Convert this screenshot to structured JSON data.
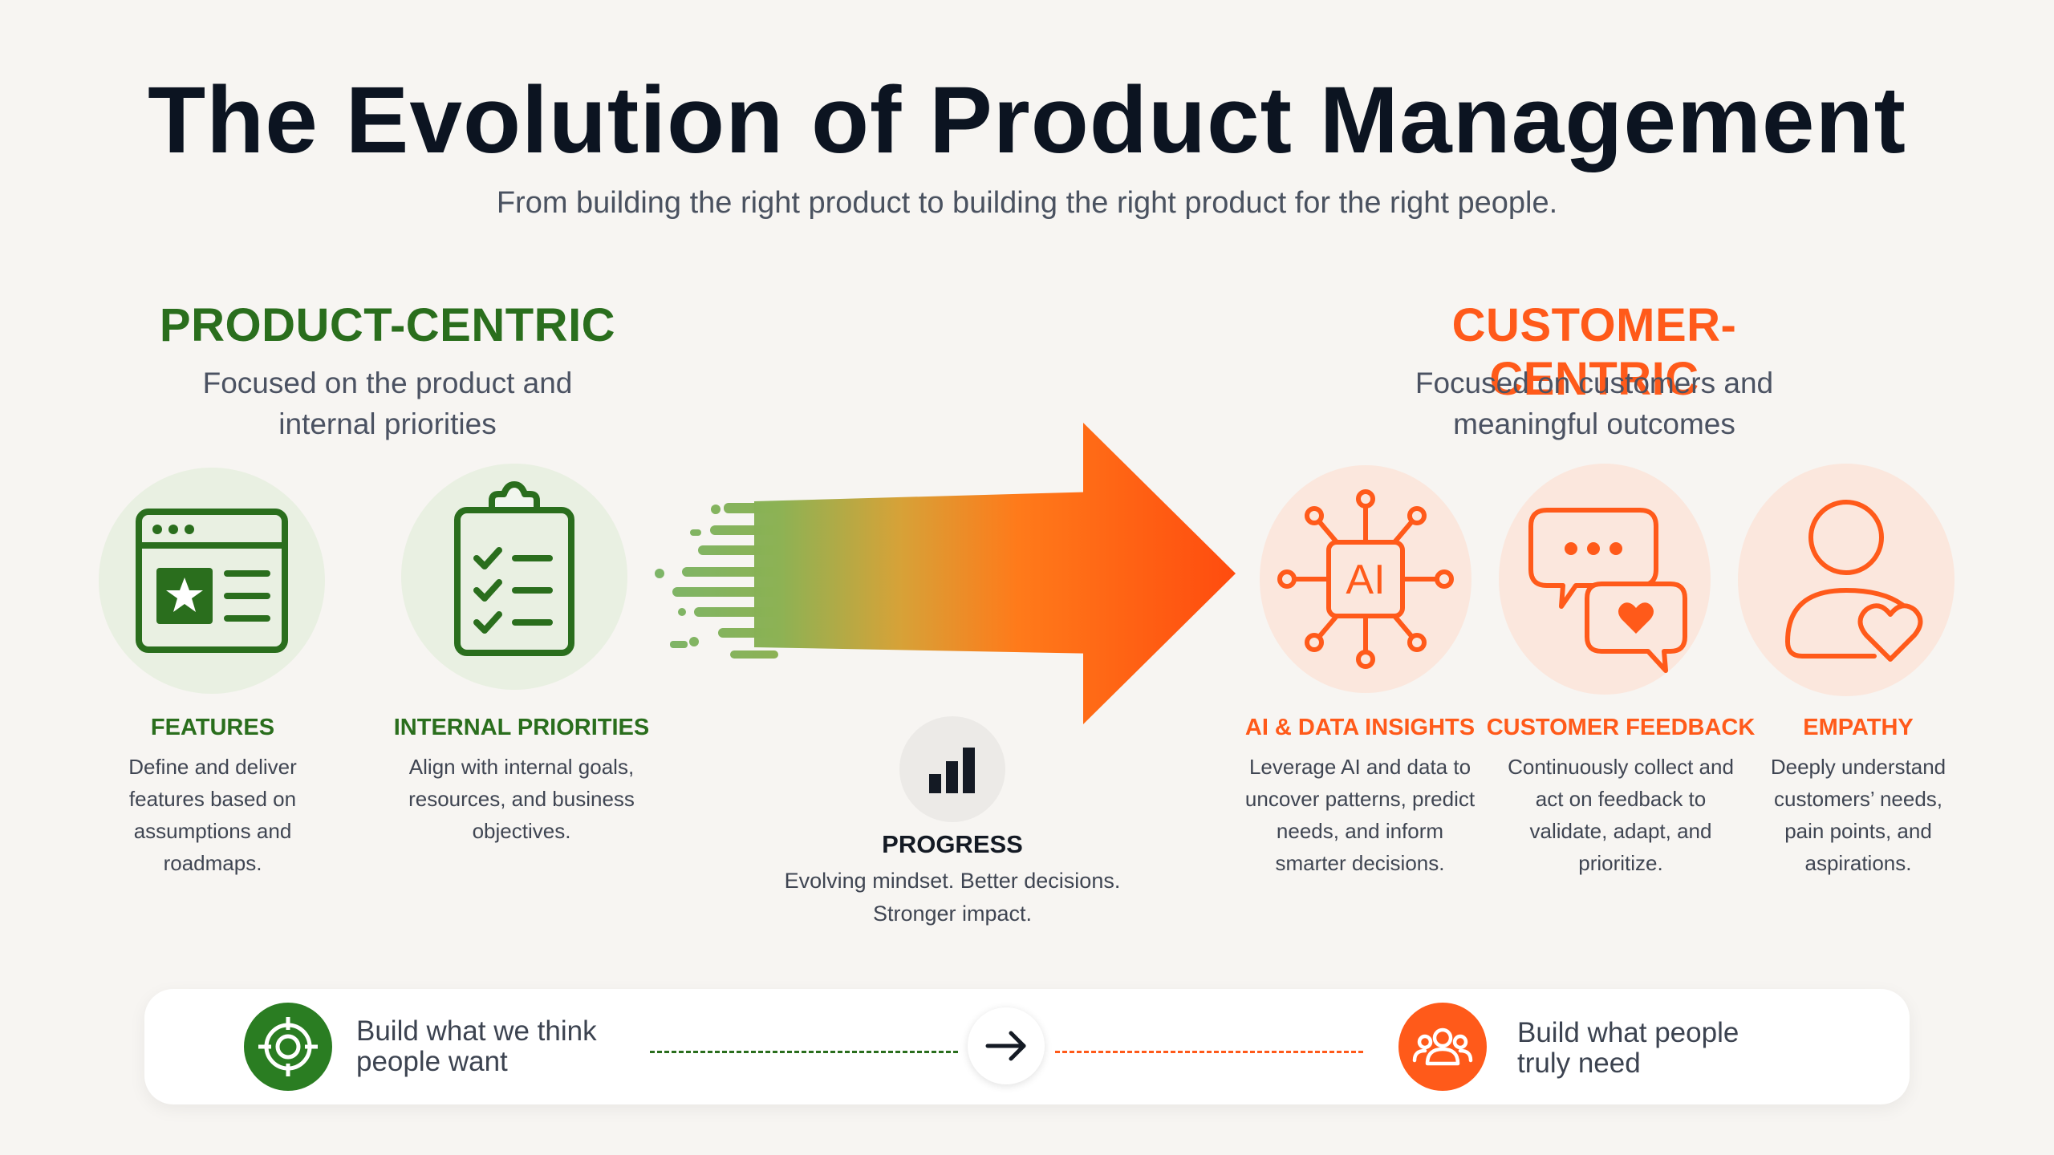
{
  "title": "The Evolution of Product Management",
  "subtitle": "From building the right product to building the right product for the right people.",
  "colors": {
    "green": "#2a6e1d",
    "orange": "#ff5a1a",
    "green_light": "#e9f0e2",
    "orange_light": "#fbe7dd"
  },
  "left": {
    "title": "PRODUCT-CENTRIC",
    "desc_line1": "Focused on the product and",
    "desc_line2": "internal priorities",
    "items": [
      {
        "icon": "browser-window-star-icon",
        "label": "FEATURES",
        "lines": [
          "Define and deliver",
          "features based on",
          "assumptions and",
          "roadmaps."
        ]
      },
      {
        "icon": "clipboard-checklist-icon",
        "label": "INTERNAL PRIORITIES",
        "lines": [
          "Align with internal goals,",
          "resources, and business",
          "objectives."
        ]
      }
    ]
  },
  "right": {
    "title": "CUSTOMER-CENTRIC",
    "desc_line1": "Focused on customers and",
    "desc_line2": "meaningful outcomes",
    "items": [
      {
        "icon": "ai-chip-icon",
        "icon_text": "AI",
        "label": "AI & DATA INSIGHTS",
        "lines": [
          "Leverage AI and data to",
          "uncover patterns, predict",
          "needs, and inform",
          "smarter decisions."
        ]
      },
      {
        "icon": "chat-bubbles-heart-icon",
        "label": "CUSTOMER FEEDBACK",
        "lines": [
          "Continuously collect and",
          "act on feedback to",
          "validate, adapt, and",
          "prioritize."
        ]
      },
      {
        "icon": "person-heart-icon",
        "label": "EMPATHY",
        "lines": [
          "Deeply understand",
          "customers’ needs,",
          "pain points, and",
          "aspirations."
        ]
      }
    ]
  },
  "progress": {
    "icon": "bar-chart-icon",
    "label": "PROGRESS",
    "line1": "Evolving mindset. Better decisions.",
    "line2": "Stronger impact."
  },
  "bottom": {
    "left_icon": "target-icon",
    "left_line1": "Build what we think",
    "left_line2": "people want",
    "arrow_icon": "arrow-right-icon",
    "right_icon": "people-group-icon",
    "right_line1": "Build what people",
    "right_line2": "truly need"
  }
}
